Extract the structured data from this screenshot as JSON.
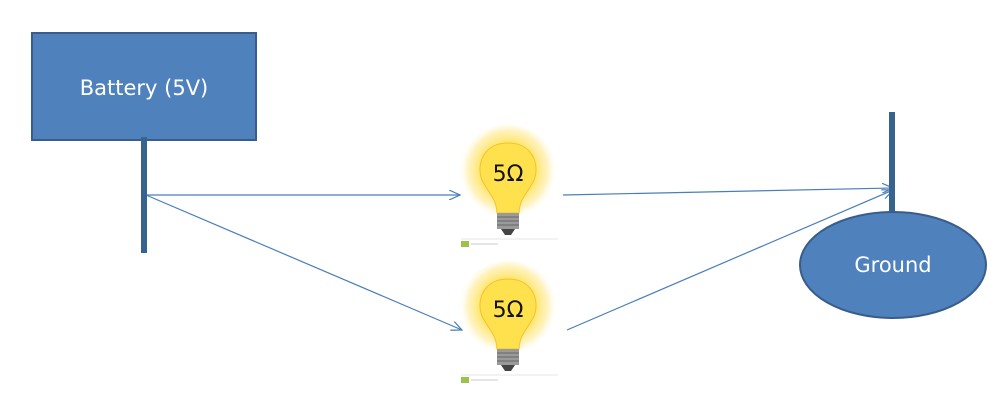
{
  "battery": {
    "label": "Battery (5V)"
  },
  "ground": {
    "label": "Ground"
  },
  "bulbs": [
    {
      "label": "5Ω"
    },
    {
      "label": "5Ω"
    }
  ],
  "colors": {
    "shape_fill": "#4f81bd",
    "shape_stroke": "#385d8a",
    "wire": "#4a7ebb",
    "terminal": "#36648f",
    "bulb_glow": "#ffe566"
  }
}
